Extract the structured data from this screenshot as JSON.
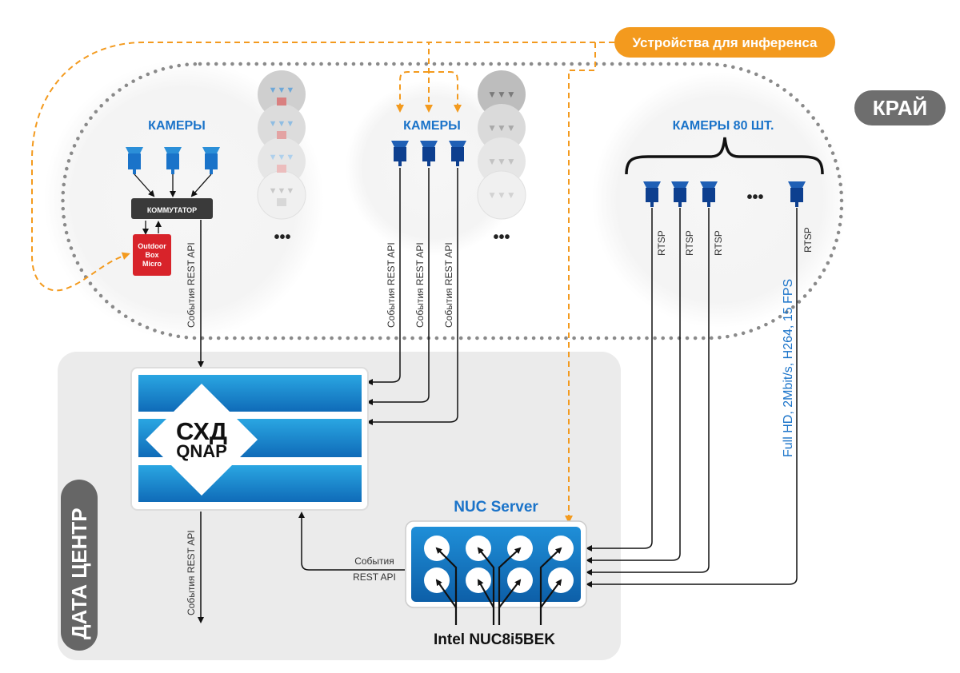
{
  "labels": {
    "inference_devices": "Устройства для инференса",
    "edge": "КРАЙ",
    "datacenter": "ДАТА ЦЕНТР",
    "cameras_left": "КАМЕРЫ",
    "cameras_mid": "КАМЕРЫ",
    "cameras_right": "КАМЕРЫ 80 ШТ.",
    "switch": "КОММУТАТОР",
    "outdoor_box_line1": "Outdoor",
    "outdoor_box_line2": "Box",
    "outdoor_box_line3": "Micro",
    "storage_line1": "СХД",
    "storage_line2": "QNAP",
    "nuc_server": "NUC Server",
    "nuc_model": "Intel NUC8i5BEK",
    "events_rest_api": "События REST API",
    "events_rest_api_line1": "События",
    "events_rest_api_line2": "REST API",
    "rtsp": "RTSP",
    "stream_spec": "Full HD, 2Mbit/s, H264, 15 FPS",
    "ellipsis": "•••"
  },
  "colors": {
    "accent_orange": "#f39a1e",
    "camera_blue": "#1a73c9",
    "camera_dark_blue": "#0d3f8f",
    "edge_badge": "#6e6e6e",
    "switch_dark": "#3a3a3a",
    "device_red": "#d8232a",
    "zone_gray": "#ebebeb"
  },
  "icons": [
    "camera-icon",
    "switch-icon",
    "storage-icon",
    "server-icon",
    "arrow-icon"
  ]
}
